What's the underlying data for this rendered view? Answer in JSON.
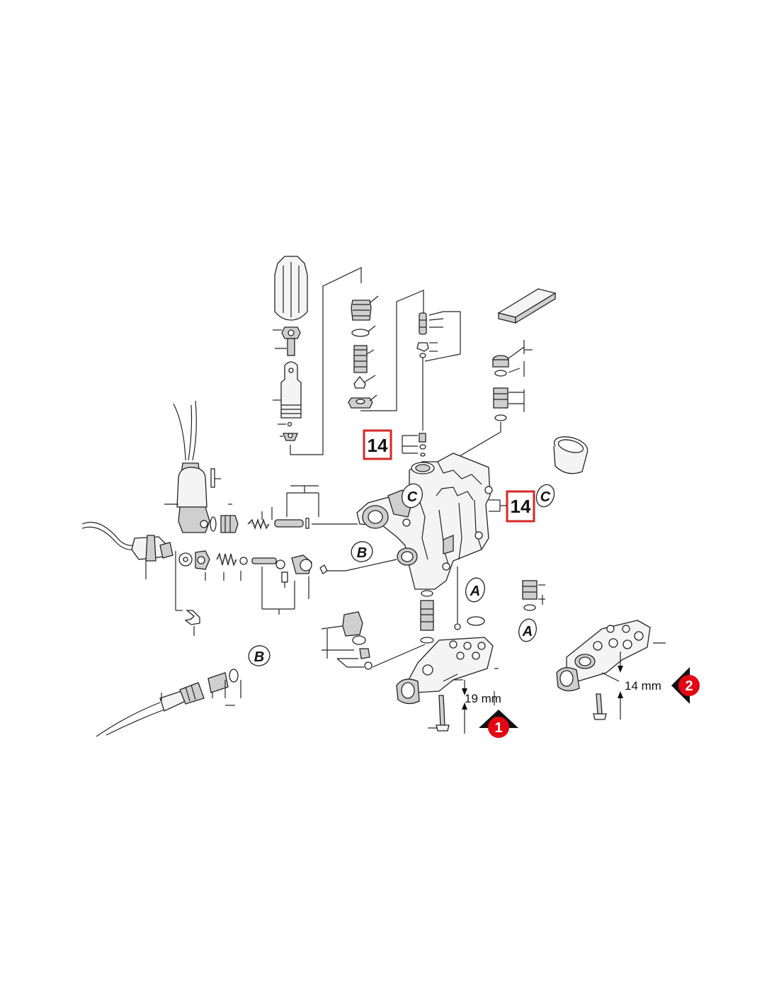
{
  "callouts": [
    {
      "id": "c1",
      "label": "14",
      "color": "#d62828"
    },
    {
      "id": "c2",
      "label": "14",
      "color": "#d62828"
    }
  ],
  "dimensions": [
    {
      "id": "d1",
      "label": "19 mm"
    },
    {
      "id": "d2",
      "label": "14 mm"
    }
  ],
  "badges": [
    {
      "id": "b1",
      "label": "1",
      "color": "#e30613"
    },
    {
      "id": "b2",
      "label": "2",
      "color": "#e30613"
    }
  ],
  "connector_letters": {
    "c_top": "C",
    "c_right": "C",
    "b_left": "B",
    "b_bottom": "B",
    "a_center": "A",
    "a_right": "A"
  }
}
